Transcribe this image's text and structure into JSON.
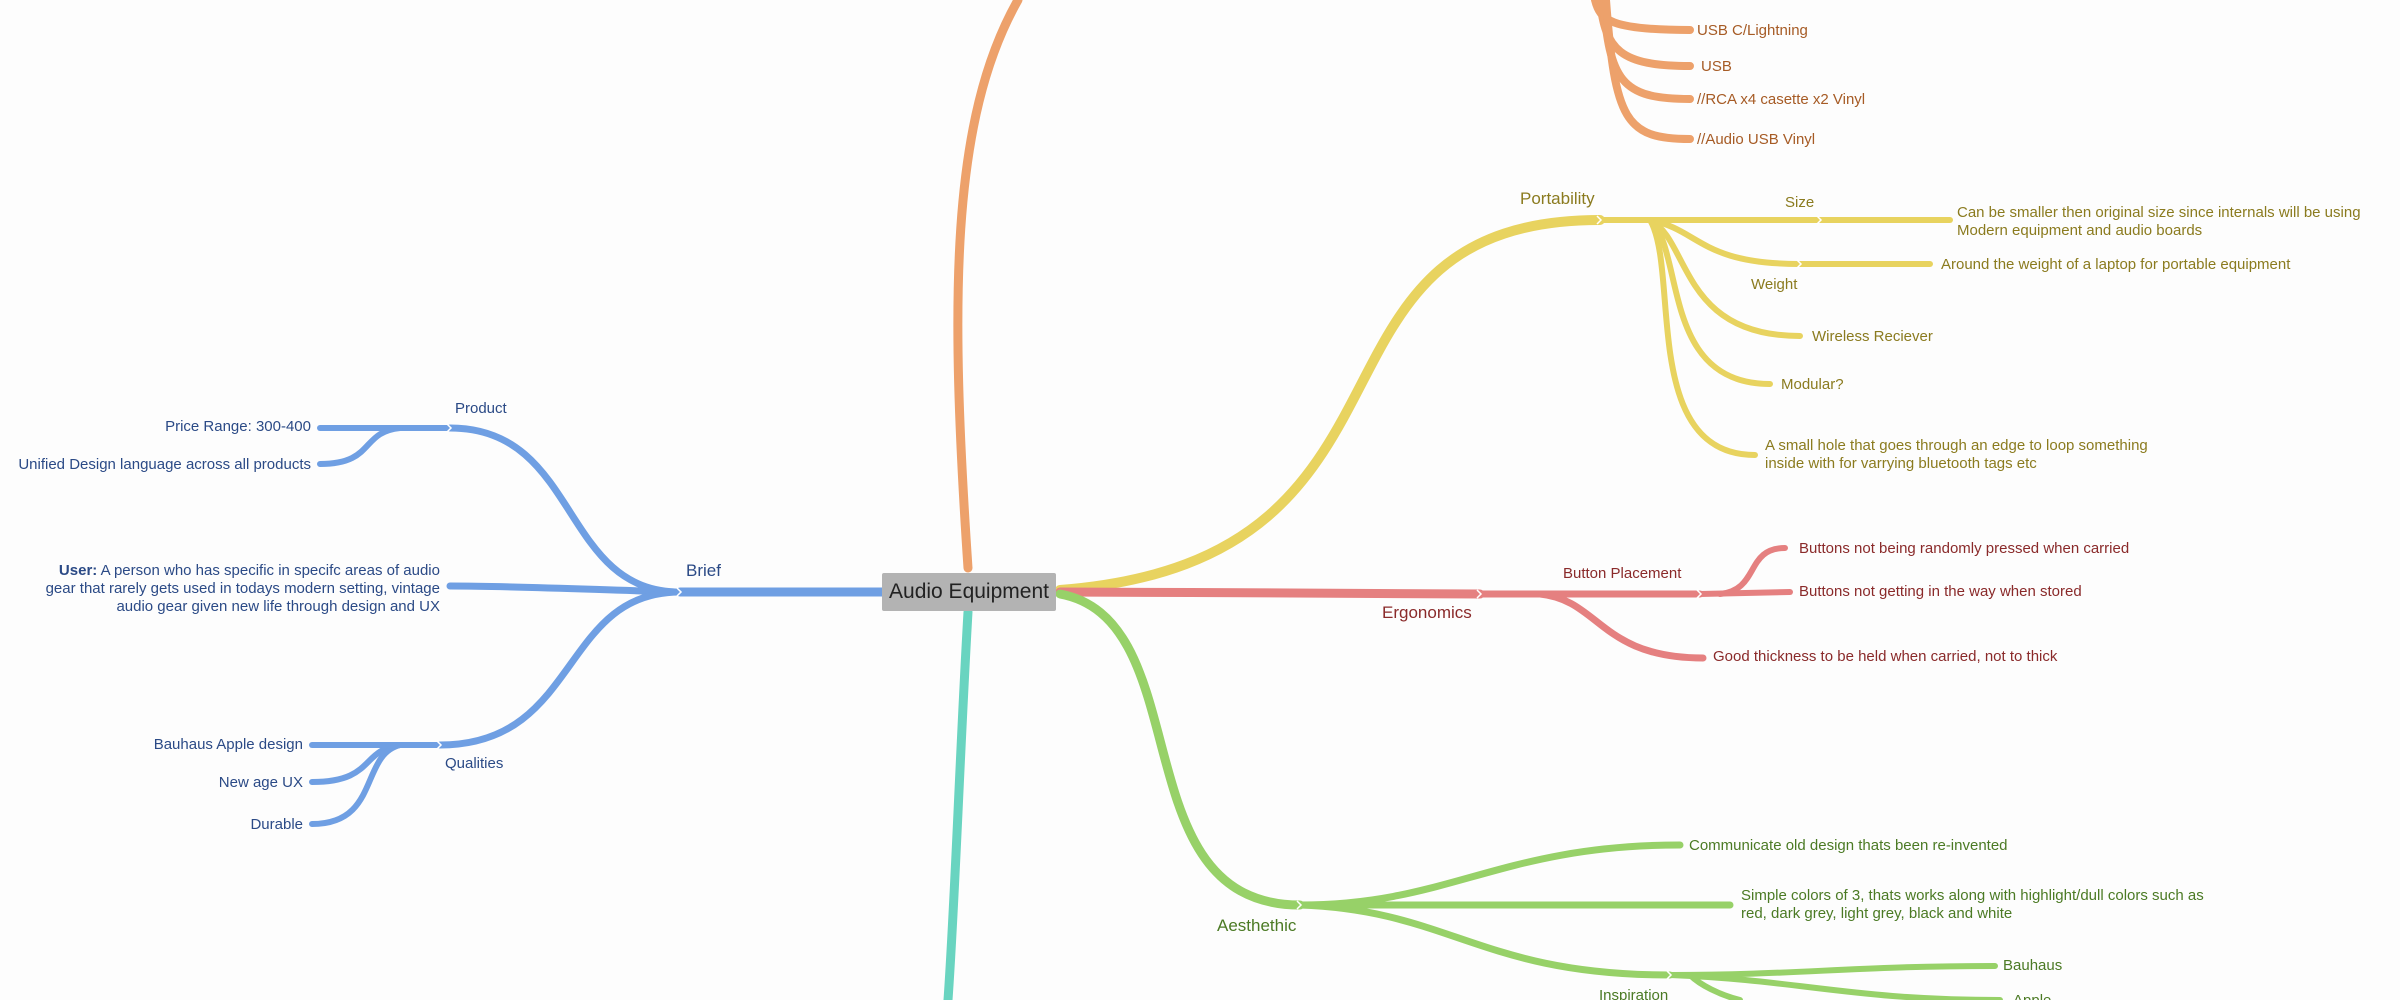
{
  "root": {
    "label": "Audio Equipment"
  },
  "colors": {
    "orange": "#eda16b",
    "yellow": "#e8d35f",
    "red": "#e58080",
    "green": "#97d168",
    "blue": "#6f9fe3",
    "teal": "#69d4c0"
  },
  "connections": {
    "label_1": "USB C/Lightning",
    "label_2": "USB",
    "label_3": "//RCA x4 casette x2 Vinyl",
    "label_4": "//Audio USB Vinyl"
  },
  "portability": {
    "label": "Portability",
    "size_label": "Size",
    "size_note": "Can be smaller then original size since internals will be using Modern equipment and audio boards",
    "weight_label": "Weight",
    "weight_note": "Around the weight of a laptop for portable equipment",
    "wireless": "Wireless Reciever",
    "modular": "Modular?",
    "hole": "A small hole that goes through an edge to loop something inside with for varrying bluetooth tags etc"
  },
  "ergonomics": {
    "label": "Ergonomics",
    "button_placement": "Button Placement",
    "button_note_1": "Buttons not being randomly pressed when carried",
    "button_note_2": "Buttons not getting in the way when stored",
    "thickness": "Good thickness to be held when carried, not to thick"
  },
  "aesthetic": {
    "label": "Aesthethic",
    "note_1": "Communicate old design thats been re-invented",
    "note_2": "Simple colors of 3, thats works along with highlight/dull colors such as red, dark grey, light grey, black and white",
    "inspiration": "Inspiration",
    "bauhaus": "Bauhaus",
    "apple": "Apple"
  },
  "brief": {
    "label": "Brief",
    "product": "Product",
    "price_range": "Price Range: 300-400",
    "unified": "Unified Design language across all products",
    "user_bold": "User:",
    "user_text": "A person who has specific in specifc areas of audio gear that rarely gets used in todays modern setting, vintage audio gear given new life through design and UX",
    "qualities": "Qualities",
    "bauhaus_apple": "Bauhaus Apple design",
    "new_age": "New age UX",
    "durable": "Durable"
  }
}
